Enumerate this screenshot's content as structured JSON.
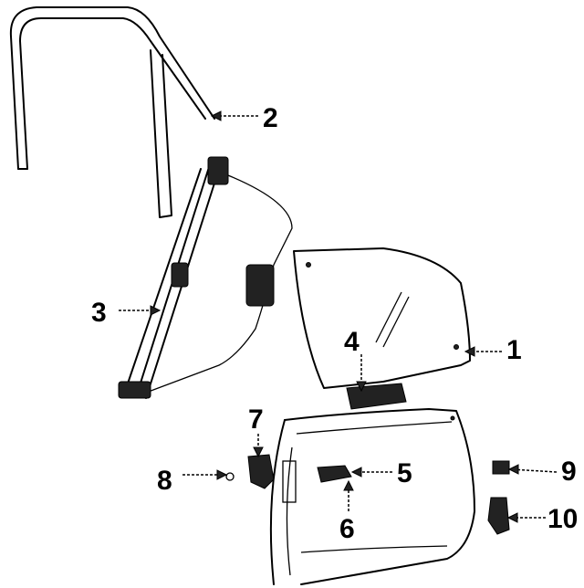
{
  "diagram": {
    "callouts": [
      {
        "id": "1",
        "label": "1",
        "part": "glass"
      },
      {
        "id": "2",
        "label": "2",
        "part": "run-channel"
      },
      {
        "id": "3",
        "label": "3",
        "part": "window-regulator"
      },
      {
        "id": "4",
        "label": "4",
        "part": "glass-channel-bracket"
      },
      {
        "id": "5",
        "label": "5",
        "part": "inside-handle"
      },
      {
        "id": "6",
        "label": "6",
        "part": "handle-bracket"
      },
      {
        "id": "7",
        "label": "7",
        "part": "door-lock"
      },
      {
        "id": "8",
        "label": "8",
        "part": "screw"
      },
      {
        "id": "9",
        "label": "9",
        "part": "striker"
      },
      {
        "id": "10",
        "label": "10",
        "part": "hinge"
      }
    ]
  }
}
